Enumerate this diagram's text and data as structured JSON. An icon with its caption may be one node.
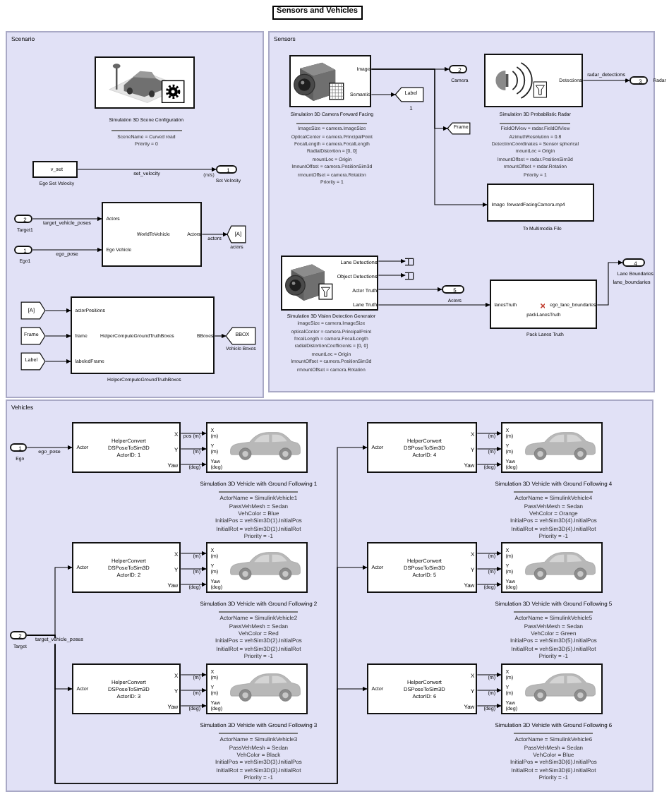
{
  "diagram": {
    "title": "Sensors and Vehicles",
    "nodes": [
      {
        "text": [
          "Scenario"
        ]
      },
      {
        "text": [
          "Simulation 3D Scene Configuration"
        ],
        "beside": [
          "SceneName = Curved road",
          "Priority = 0"
        ],
        "in": 0
      },
      {
        "text": [
          "v_set",
          "Ego Set Velocity"
        ],
        "in": 0
      },
      {
        "text": [
          "1",
          "Set Velocity"
        ],
        "beside": [
          "(m/s)"
        ],
        "in": 0
      },
      {
        "text": [
          "2",
          "Target1"
        ],
        "in": 0
      },
      {
        "text": [
          "1",
          "Ego1"
        ],
        "in": 0
      },
      {
        "text": [
          "Actors",
          "Ego Vehicle",
          "WorldToVehicle",
          "Actors"
        ],
        "in": 0
      },
      {
        "text": [
          "[A]",
          "actors"
        ],
        "in": 0
      },
      {
        "text": [
          "[A]"
        ],
        "in": 0
      },
      {
        "text": [
          "Frame"
        ],
        "in": 0
      },
      {
        "text": [
          "Label"
        ],
        "in": 0
      },
      {
        "text": [
          "actorPositions",
          "frame",
          "labeledFrame",
          "HelperComputeGroundTruthBoxes",
          "BBoxes",
          "HelperComputeGroundTruthBoxes"
        ],
        "in": 0
      },
      {
        "text": [
          "BBOX",
          "Vehicle Boxes"
        ],
        "in": 0
      },
      {
        "text": [
          "Sensors"
        ]
      },
      {
        "text": [
          "Image",
          "Semantic",
          "Simulation 3D Camera Forward Facing"
        ],
        "beside": [
          "ImageSize = camera.ImageSize",
          "OpticalCenter = camera.PrincipalPoint",
          "FocalLength = camera.FocalLength",
          "RadialDistortion = [0, 0]",
          "mountLoc = Origin",
          "lmountOffset = camera.PositionSim3d",
          "rmountOffset = camera.Rotation",
          "Priority = 1"
        ],
        "in": 13
      },
      {
        "text": [
          "2",
          "Camera"
        ],
        "in": 13
      },
      {
        "text": [
          "Label",
          "1"
        ],
        "in": 13
      },
      {
        "text": [
          "Detections",
          "Simulation 3D Probabilistic Radar"
        ],
        "beside": [
          "FieldOfView = radar.FieldOfView",
          "AzimuthResolution = 0.8",
          "DetectionCoordinates = Sensor spherical",
          "mountLoc = Origin",
          "lmountOffset = radar.PositionSim3d",
          "rmountOffset = radar.Rotation",
          "Priority = 1"
        ],
        "in": 13
      },
      {
        "text": [
          "3",
          "Radar"
        ],
        "in": 13
      },
      {
        "text": [
          "Frame"
        ],
        "in": 13
      },
      {
        "text": [
          "Image",
          "forwardFacingCamera.mp4",
          "To Multimedia File"
        ],
        "in": 13
      },
      {
        "text": [
          "Lane Detections",
          "Object Detections",
          "Actor Truth",
          "Lane Truth",
          "Simulation 3D Vision Detection Generator"
        ],
        "beside": [
          "imageSize = camera.ImageSize",
          "opticalCenter = camera.PrincipalPoint",
          "focalLength = camera.FocalLength",
          "radialDistortionCoefficients = [0, 0]",
          "mountLoc = Origin",
          "lmountOffset = camera.PositionSim3d",
          "rmountOffset = camera.Rotation"
        ],
        "in": 13
      },
      {
        "text": [],
        "shape": "box",
        "in": 13
      },
      {
        "text": [],
        "shape": "box",
        "in": 13
      },
      {
        "text": [
          "5",
          "Actors"
        ],
        "in": 13
      },
      {
        "text": [
          "4",
          "Lane Boundaries"
        ],
        "in": 13
      },
      {
        "text": [
          "lanesTruth",
          "packLanesTruth",
          "ego_lane_boundaries",
          "Pack Lanes Truth"
        ],
        "in": 13
      },
      {
        "text": [
          "Vehicles"
        ]
      },
      {
        "text": [
          "1",
          "Ego"
        ],
        "in": 27
      },
      {
        "text": [
          "Actor",
          "HelperConvert DSPoseToSim3D ActorID: 1",
          "X",
          "Y",
          "Yaw"
        ],
        "in": 27
      },
      {
        "text": [
          "X (m)",
          "Y (m)",
          "Yaw (deg)",
          "Simulation 3D Vehicle with Ground Following 1"
        ],
        "beside": [
          "ActorName = SimulinkVehicle1",
          "PassVehMesh = Sedan",
          "VehColor = Blue",
          "InitialPos = vehSim3D(1).InitialPos",
          "InitialRot = vehSim3D(1).InitialRot",
          "Priority = -1"
        ],
        "in": 27
      },
      {
        "text": [
          "Actor",
          "HelperConvert DSPoseToSim3D ActorID: 4",
          "X",
          "Y",
          "Yaw"
        ],
        "in": 27
      },
      {
        "text": [
          "X (m)",
          "Y (m)",
          "Yaw (deg)",
          "Simulation 3D Vehicle with Ground Following 4"
        ],
        "beside": [
          "ActorName = SimulinkVehicle4",
          "PassVehMesh = Sedan",
          "VehColor = Orange",
          "InitialPos = vehSim3D(4).InitialPos",
          "InitialRot = vehSim3D(4).InitialRot",
          "Priority = -1"
        ],
        "in": 27
      },
      {
        "text": [
          "Actor",
          "HelperConvert DSPoseToSim3D ActorID: 2",
          "X",
          "Y",
          "Yaw"
        ],
        "in": 27
      },
      {
        "text": [
          "X (m)",
          "Y (m)",
          "Yaw (deg)",
          "Simulation 3D Vehicle with Ground Following 2"
        ],
        "beside": [
          "ActorName = SimulinkVehicle2",
          "PassVehMesh = Sedan",
          "VehColor = Red",
          "InitialPos = vehSim3D(2).InitialPos",
          "InitialRot = vehSim3D(2).InitialRot",
          "Priority = -1"
        ],
        "in": 27
      },
      {
        "text": [
          "Actor",
          "HelperConvert DSPoseToSim3D ActorID: 5",
          "X",
          "Y",
          "Yaw"
        ],
        "in": 27
      },
      {
        "text": [
          "X (m)",
          "Y (m)",
          "Yaw (deg)",
          "Simulation 3D Vehicle with Ground Following 5"
        ],
        "beside": [
          "ActorName = SimulinkVehicle5",
          "PassVehMesh = Sedan",
          "VehColor = Green",
          "InitialPos = vehSim3D(5).InitialPos",
          "InitialRot = vehSim3D(5).InitialRot",
          "Priority = -1"
        ],
        "in": 27
      },
      {
        "text": [
          "2",
          "Target"
        ],
        "in": 27
      },
      {
        "text": [
          "Actor",
          "HelperConvert DSPoseToSim3D ActorID: 3",
          "X",
          "Y",
          "Yaw"
        ],
        "in": 27
      },
      {
        "text": [
          "X (m)",
          "Y (m)",
          "Yaw (deg)",
          "Simulation 3D Vehicle with Ground Following 3"
        ],
        "beside": [
          "ActorName = SimulinkVehicle3",
          "PassVehMesh = Sedan",
          "VehColor = Black",
          "InitialPos = vehSim3D(3).InitialPos",
          "InitialRot = vehSim3D(3).InitialRot",
          "Priority = -1"
        ],
        "in": 27
      },
      {
        "text": [
          "Actor",
          "HelperConvert DSPoseToSim3D ActorID: 6",
          "X",
          "Y",
          "Yaw"
        ],
        "in": 27
      },
      {
        "text": [
          "X (m)",
          "Y (m)",
          "Yaw (deg)",
          "Simulation 3D Vehicle with Ground Following 6"
        ],
        "beside": [
          "ActorName = SimulinkVehicle6",
          "PassVehMesh = Sedan",
          "VehColor = Blue",
          "InitialPos = vehSim3D(6).InitialPos",
          "InitialRot = vehSim3D(6).InitialRot",
          "Priority = -1"
        ],
        "in": 27
      }
    ],
    "edges": [
      {
        "from": 2,
        "to": 3,
        "arrow": "to",
        "label": "set_velocity"
      },
      {
        "from": 4,
        "to": 6,
        "arrow": "to",
        "label": "target_vehicle_poses"
      },
      {
        "from": 5,
        "to": 6,
        "arrow": "to",
        "label": "ego_pose"
      },
      {
        "from": 6,
        "to": 7,
        "arrow": "to",
        "label": "actors"
      },
      {
        "from": 8,
        "to": 11,
        "arrow": "to"
      },
      {
        "from": 9,
        "to": 11,
        "arrow": "to"
      },
      {
        "from": 10,
        "to": 11,
        "arrow": "to"
      },
      {
        "from": 11,
        "to": 12,
        "arrow": "to"
      },
      {
        "from": 14,
        "to": 15,
        "arrow": "to"
      },
      {
        "from": 14,
        "to": 19,
        "arrow": "to"
      },
      {
        "from": 14,
        "to": 20,
        "arrow": "to"
      },
      {
        "from": 14,
        "to": 16,
        "arrow": "to"
      },
      {
        "from": 17,
        "to": 18,
        "arrow": "to",
        "label": "radar_detections"
      },
      {
        "from": 21,
        "to": 22,
        "arrow": "to"
      },
      {
        "from": 21,
        "to": 23,
        "arrow": "to"
      },
      {
        "from": 21,
        "to": 24,
        "arrow": "to"
      },
      {
        "from": 21,
        "to": 26,
        "arrow": "to"
      },
      {
        "from": 26,
        "to": 25,
        "arrow": "to",
        "label": "lane_boundaries"
      },
      {
        "from": 28,
        "to": 29,
        "arrow": "to",
        "label": "ego_pose"
      },
      {
        "from": 29,
        "to": 30,
        "arrow": "to",
        "label": "pos (m)"
      },
      {
        "from": 29,
        "to": 30,
        "arrow": "to",
        "label": "(m)"
      },
      {
        "from": 29,
        "to": 30,
        "arrow": "to",
        "label": "(deg)"
      },
      {
        "from": 31,
        "to": 32,
        "arrow": "to",
        "label": "(m)"
      },
      {
        "from": 31,
        "to": 32,
        "arrow": "to",
        "label": "(m)"
      },
      {
        "from": 31,
        "to": 32,
        "arrow": "to",
        "label": "(deg)"
      },
      {
        "from": 37,
        "to": 33,
        "arrow": "to",
        "label": "target_vehicle_poses"
      },
      {
        "from": 37,
        "to": 38,
        "arrow": "to"
      },
      {
        "from": 37,
        "to": 31,
        "arrow": "to"
      },
      {
        "from": 37,
        "to": 35,
        "arrow": "to"
      },
      {
        "from": 37,
        "to": 40,
        "arrow": "to"
      },
      {
        "from": 33,
        "to": 34,
        "arrow": "to",
        "label": "(m)"
      },
      {
        "from": 33,
        "to": 34,
        "arrow": "to",
        "label": "(m)"
      },
      {
        "from": 33,
        "to": 34,
        "arrow": "to",
        "label": "(deg)"
      },
      {
        "from": 35,
        "to": 36,
        "arrow": "to",
        "label": "(m)"
      },
      {
        "from": 35,
        "to": 36,
        "arrow": "to",
        "label": "(m)"
      },
      {
        "from": 35,
        "to": 36,
        "arrow": "to",
        "label": "(deg)"
      },
      {
        "from": 38,
        "to": 39,
        "arrow": "to",
        "label": "(m)"
      },
      {
        "from": 38,
        "to": 39,
        "arrow": "to",
        "label": "(m)"
      },
      {
        "from": 38,
        "to": 39,
        "arrow": "to",
        "label": "(deg)"
      },
      {
        "from": 40,
        "to": 41,
        "arrow": "to",
        "label": "(m)"
      },
      {
        "from": 40,
        "to": 41,
        "arrow": "to",
        "label": "(m)"
      },
      {
        "from": 40,
        "to": 41,
        "arrow": "to",
        "label": "(deg)"
      }
    ]
  }
}
